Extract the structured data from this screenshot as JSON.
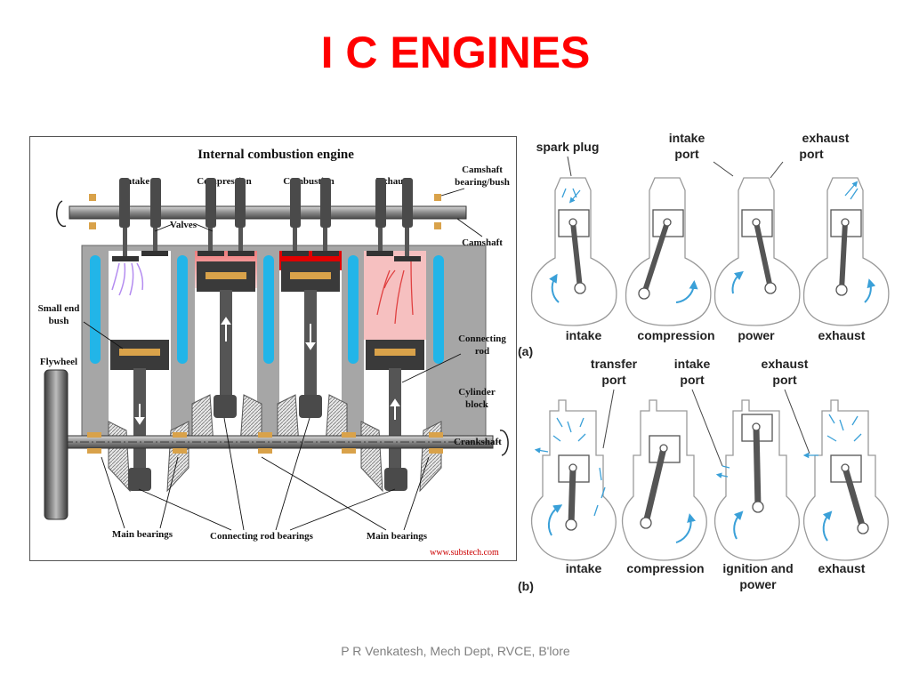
{
  "slide": {
    "title": "I C ENGINES",
    "footer": "P R Venkatesh, Mech Dept, RVCE, B'lore"
  },
  "left_diagram": {
    "title": "Internal combustion engine",
    "strokes": [
      "Intake",
      "Compression",
      "Combustion",
      "Exhaust"
    ],
    "labels": {
      "camshaft_bearing": [
        "Camshaft",
        "bearing/bush"
      ],
      "valves": "Valves",
      "camshaft": "Camshaft",
      "small_end": [
        "Small end",
        "bush"
      ],
      "flywheel": "Flywheel",
      "connecting_rod": [
        "Connecting",
        "rod"
      ],
      "cylinder_block": [
        "Cylinder",
        "block"
      ],
      "crankshaft": "Crankshaft",
      "main_bearings_left": "Main bearings",
      "connecting_rod_bearings": "Connecting rod bearings",
      "main_bearings_right": "Main bearings",
      "credit": "www.substech.com"
    },
    "colors": {
      "coolant": "#22b5e8",
      "combustion": "#e00000",
      "bearing": "#d9a24a",
      "block": "#a6a6a6"
    }
  },
  "right_diagram": {
    "part_a": {
      "tag": "(a)",
      "labels": {
        "spark_plug": "spark plug",
        "intake_port": [
          "intake",
          "port"
        ],
        "exhaust_port": [
          "exhaust",
          "port"
        ]
      },
      "strokes": [
        "intake",
        "compression",
        "power",
        "exhaust"
      ]
    },
    "part_b": {
      "tag": "(b)",
      "labels": {
        "transfer_port": [
          "transfer",
          "port"
        ],
        "intake_port": [
          "intake",
          "port"
        ],
        "exhaust_port": [
          "exhaust",
          "port"
        ]
      },
      "strokes": [
        "intake",
        "compression",
        "ignition and",
        "power",
        "exhaust"
      ]
    },
    "colors": {
      "flow": "#3aa0d8",
      "outline": "#9a9a9a"
    }
  }
}
